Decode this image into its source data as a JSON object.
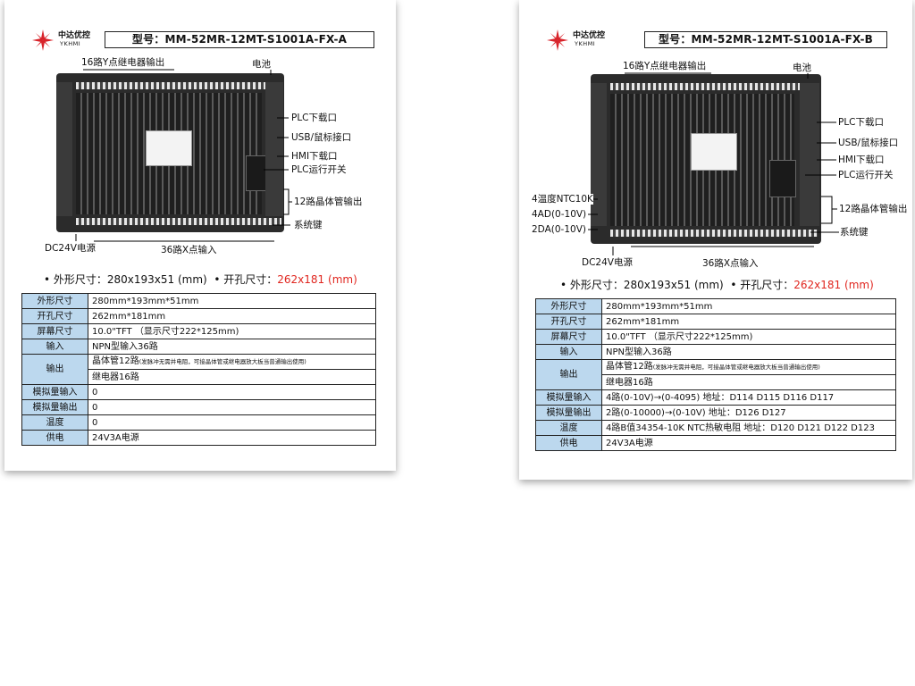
{
  "cards": [
    {
      "id": "a",
      "brand": "中达优控",
      "brand_en": "YKHMI",
      "model": "型号：MM-52MR-12MT-S1001A-FX-A",
      "labels": {
        "relay_out": "16路Y点继电器输出",
        "battery": "电池",
        "plc_download": "PLC下载口",
        "usb": "USB/鼠标接口",
        "hmi_download": "HMI下载口",
        "plc_switch": "PLC运行开关",
        "transistor_out": "12路晶体管输出",
        "system_key": "系统键",
        "dc24v": "DC24V电源",
        "x_input": "36路X点输入"
      },
      "outline_label": "• 外形尺寸：280x193x51 (mm)",
      "cutout_label": "• 开孔尺寸：",
      "cutout_value": "262x181 (mm)",
      "specs": [
        {
          "k": "外形尺寸",
          "v": "280mm*193mm*51mm"
        },
        {
          "k": "开孔尺寸",
          "v": "262mm*181mm"
        },
        {
          "k": "屏幕尺寸",
          "v": "10.0\"TFT （显示尺寸222*125mm)"
        },
        {
          "k": "输入",
          "v": "NPN型输入36路"
        },
        {
          "k": "输出",
          "v1": "晶体管12路",
          "v1_note": "(发脉冲无需并电阻，可接晶体管或继电器放大板当普通输出使用)",
          "v2": "继电器16路"
        },
        {
          "k": "模拟量输入",
          "v": "0"
        },
        {
          "k": "模拟量输出",
          "v": "0"
        },
        {
          "k": "温度",
          "v": "0"
        },
        {
          "k": "供电",
          "v": "24V3A电源"
        }
      ]
    },
    {
      "id": "b",
      "brand": "中达优控",
      "brand_en": "YKHMI",
      "model": "型号：MM-52MR-12MT-S1001A-FX-B",
      "labels": {
        "relay_out": "16路Y点继电器输出",
        "battery": "电池",
        "plc_download": "PLC下载口",
        "usb": "USB/鼠标接口",
        "hmi_download": "HMI下载口",
        "plc_switch": "PLC运行开关",
        "transistor_out": "12路晶体管输出",
        "system_key": "系统键",
        "dc24v": "DC24V电源",
        "x_input": "36路X点输入",
        "temp": "4温度NTC10K",
        "ad": "4AD(0-10V)",
        "da": "2DA(0-10V)"
      },
      "outline_label": "• 外形尺寸：280x193x51 (mm)",
      "cutout_label": "• 开孔尺寸：",
      "cutout_value": "262x181 (mm)",
      "specs": [
        {
          "k": "外形尺寸",
          "v": "280mm*193mm*51mm"
        },
        {
          "k": "开孔尺寸",
          "v": "262mm*181mm"
        },
        {
          "k": "屏幕尺寸",
          "v": "10.0\"TFT （显示尺寸222*125mm)"
        },
        {
          "k": "输入",
          "v": "NPN型输入36路"
        },
        {
          "k": "输出",
          "v1": "晶体管12路",
          "v1_note": "(发脉冲无需并电阻，可接晶体管或继电器放大板当普通输出使用)",
          "v2": "继电器16路"
        },
        {
          "k": "模拟量输入",
          "v": "4路(0-10V)→(0-4095) 地址：D114  D115  D116  D117"
        },
        {
          "k": "模拟量输出",
          "v": "2路(0-10000)→(0-10V) 地址：D126  D127"
        },
        {
          "k": "温度",
          "v": "4路B值34354-10K NTC热敏电阻 地址：D120 D121 D122 D123"
        },
        {
          "k": "供电",
          "v": "24V3A电源"
        }
      ]
    }
  ],
  "colors": {
    "header_cell": "#bcd8ee",
    "accent_red": "#e0261f",
    "logo_red": "#d8232a"
  }
}
